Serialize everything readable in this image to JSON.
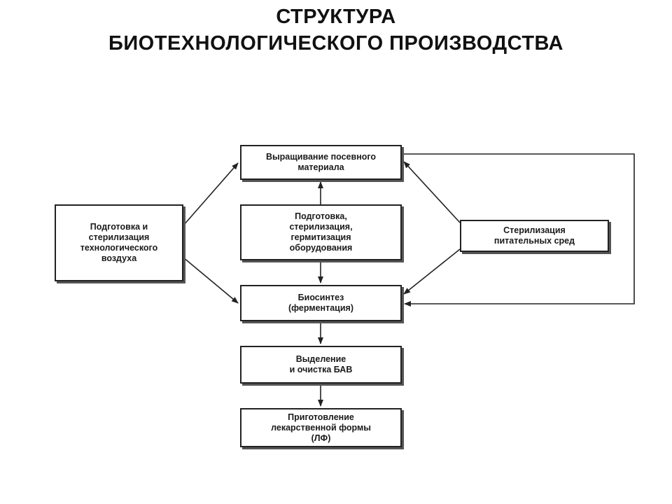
{
  "title": {
    "line1": "СТРУКТУРА",
    "line2": "БИОТЕХНОЛОГИЧЕСКОГО ПРОИЗВОДСТВА"
  },
  "boxes": {
    "growing": "Выращивание посевного\nматериала",
    "air": "Подготовка и\nстерилизация\nтехнологического\nвоздуха",
    "equipment": "Подготовка,\nстерилизация,\nгермитизация\nоборудования",
    "media": "Стерилизация\nпитательных сред",
    "biosynthesis": "Биосинтез\n(ферментация)",
    "isolation": "Выделение\nи очистка БАВ",
    "dosage_form": "Приготовление\nлекарственной формы\n(ЛФ)"
  },
  "colors": {
    "line": "#222222",
    "text": "#111111",
    "background": "#ffffff"
  }
}
